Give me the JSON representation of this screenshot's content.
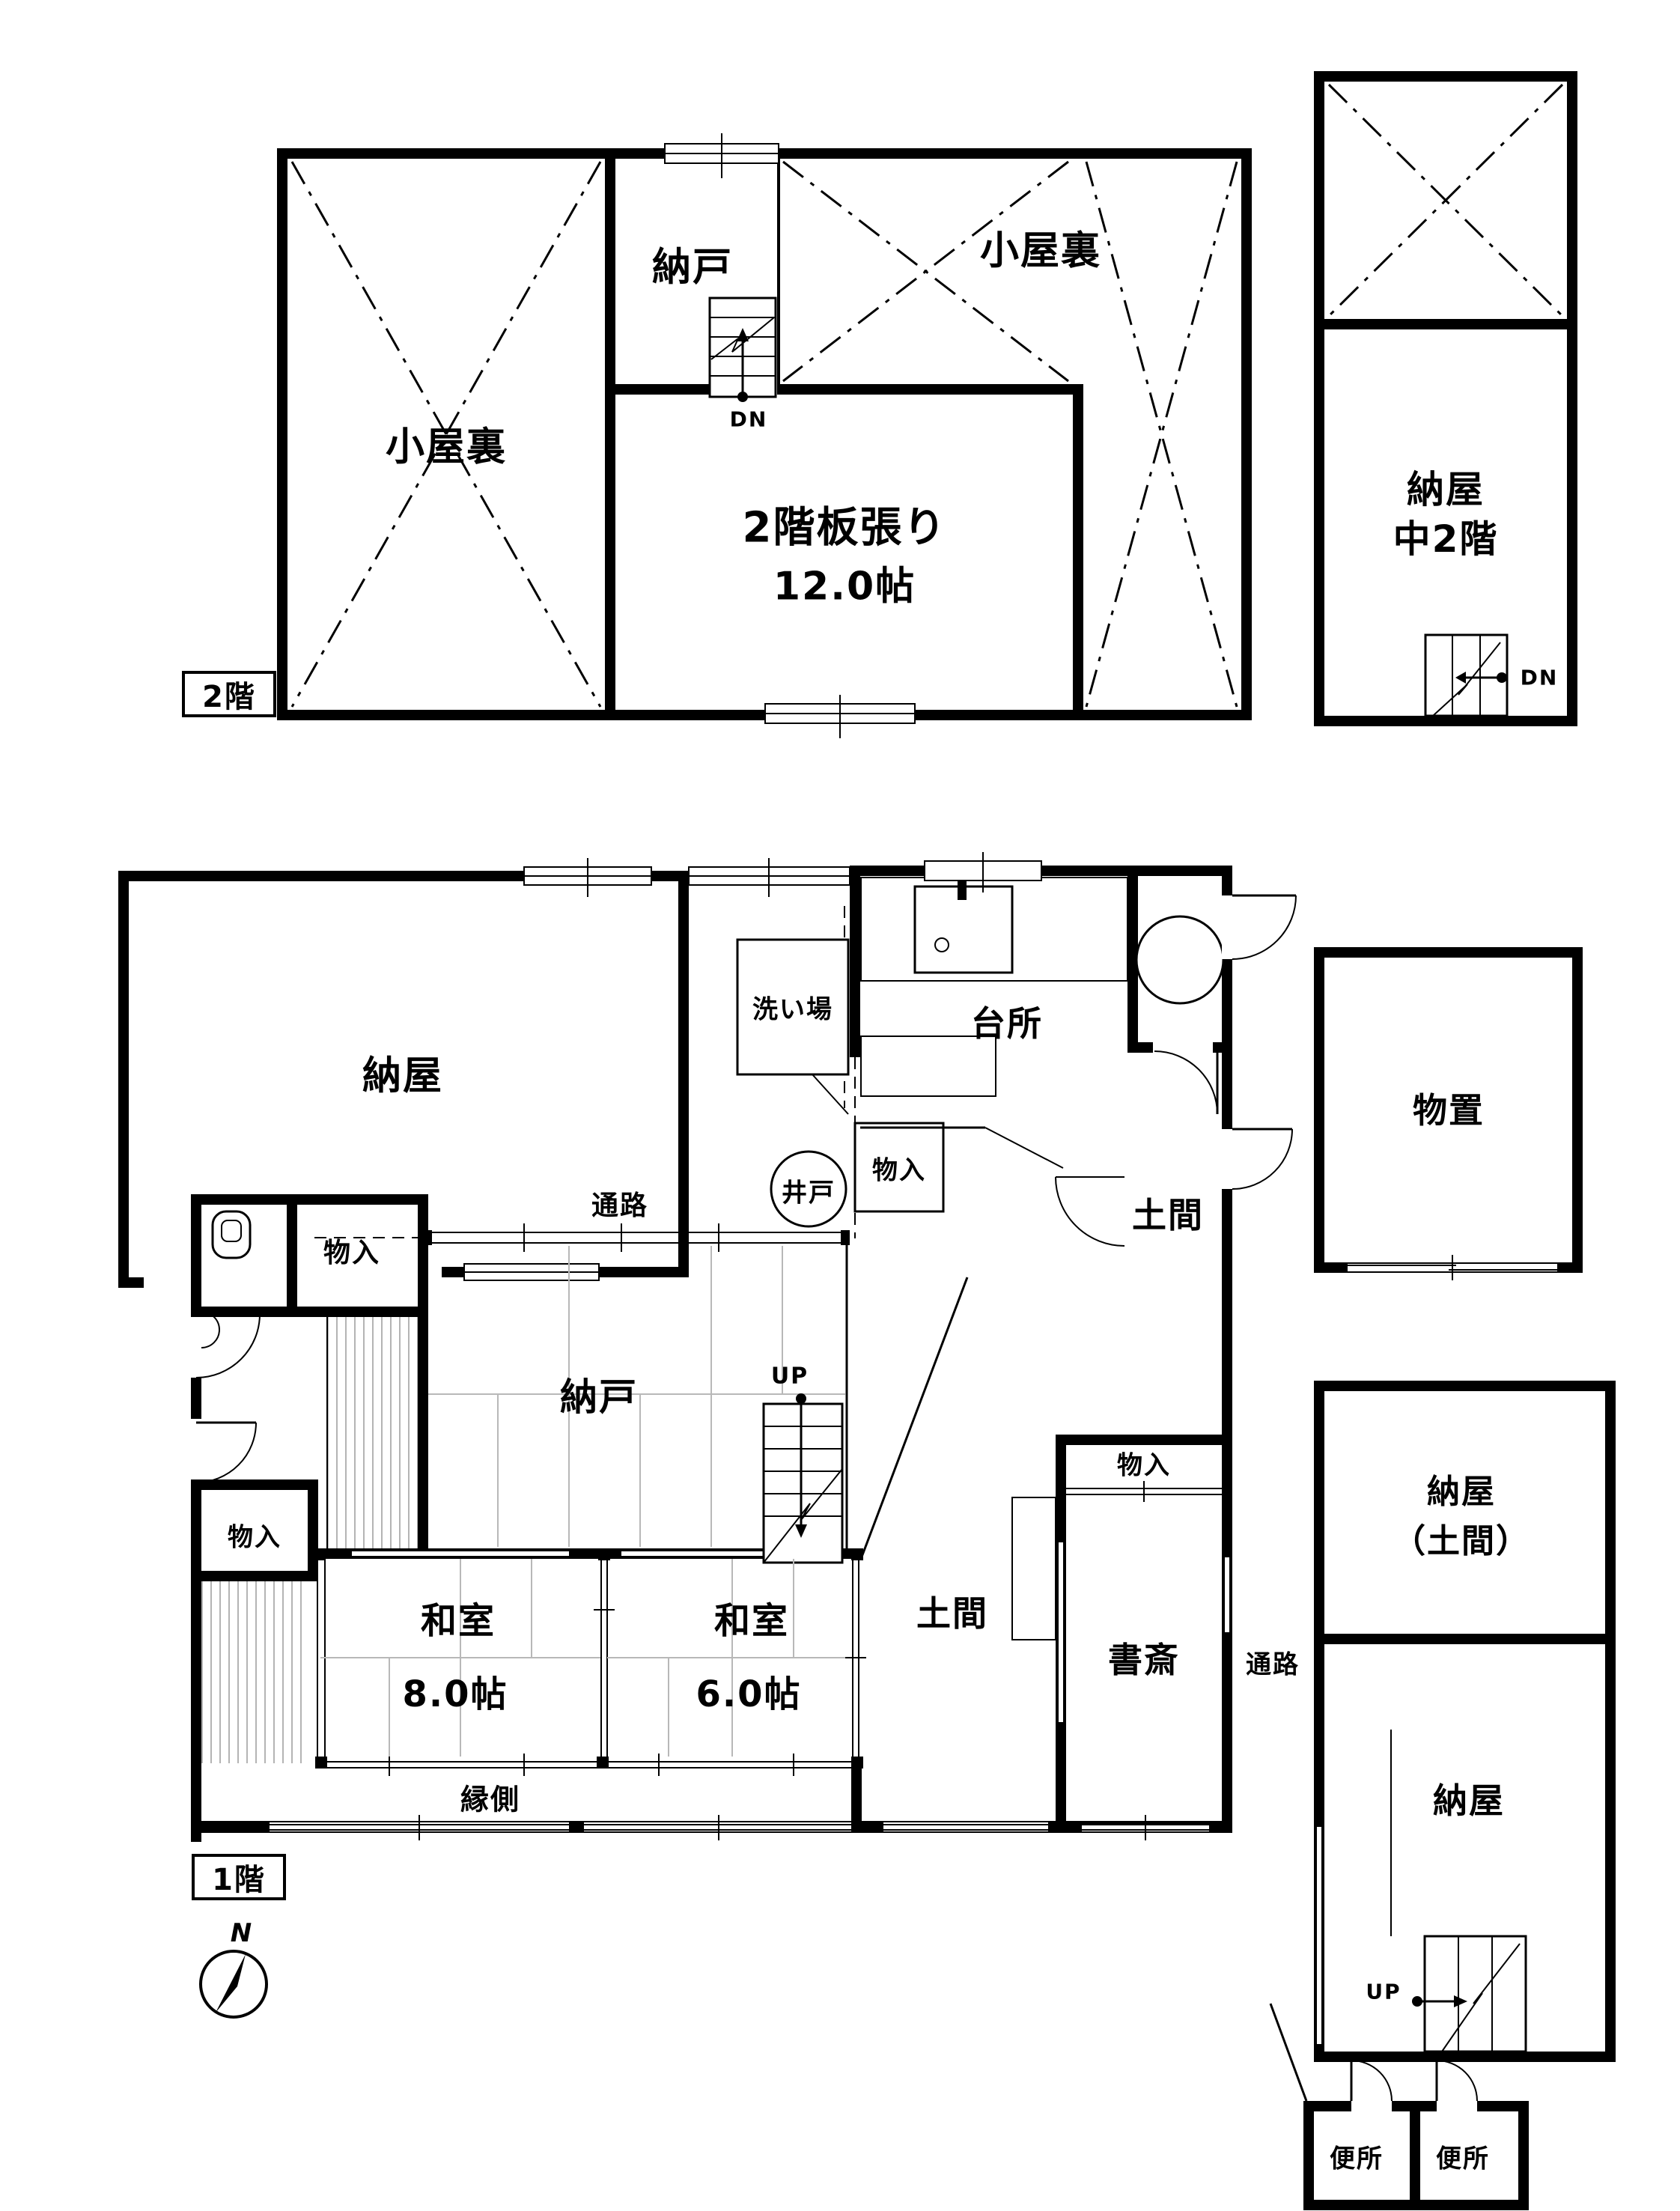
{
  "floor2": {
    "tag": "2階",
    "attic_left": "小屋裏",
    "storeroom": "納戸",
    "attic_right": "小屋裏",
    "boarded_room_name": "2階板張り",
    "boarded_room_size": "12.0帖",
    "stairs_down_label": "DN"
  },
  "barn_annex_2f": {
    "name_line1": "納屋",
    "name_line2": "中2階",
    "stairs_down_label": "DN"
  },
  "floor1": {
    "tag": "1階",
    "barn_nw": "納屋",
    "washing_area": "洗い場",
    "well": "井戸",
    "passage_north": "通路",
    "kitchen": "台所",
    "closet_by_kitchen": "物入",
    "doma_upper": "土間",
    "closet_nw": "物入",
    "storeroom": "納戸",
    "stairs_up_label": "UP",
    "closet_west": "物入",
    "japanese_room_8_name": "和室",
    "japanese_room_8_size": "8.0帖",
    "japanese_room_6_name": "和室",
    "japanese_room_6_size": "6.0帖",
    "doma_lower": "土間",
    "closet_by_study": "物入",
    "study": "書斎",
    "veranda": "縁側",
    "passage_east": "通路",
    "storage_shed": "物置",
    "barn_doma_line1": "納屋",
    "barn_doma_line2": "（土間）",
    "barn_se": "納屋",
    "barn_stairs_up_label": "UP",
    "toilet_left": "便所",
    "toilet_right": "便所",
    "compass_north": "N"
  }
}
